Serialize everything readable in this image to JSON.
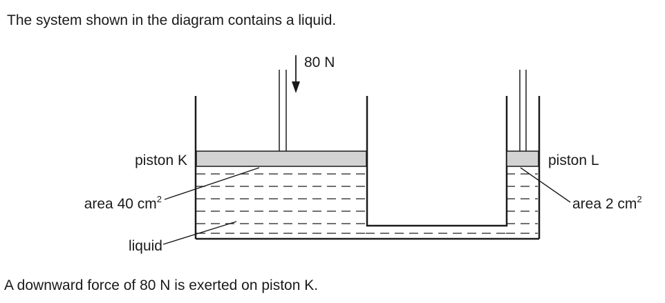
{
  "intro_text": "The system shown in the diagram contains a liquid.",
  "outro_text": "A downward force of 80 N is exerted on piston K.",
  "diagram": {
    "force_label": "80 N",
    "piston_k_label": "piston K",
    "piston_l_label": "piston L",
    "area_k_label": "area 40 cm",
    "area_k_exponent": "2",
    "area_l_label": "area 2 cm",
    "area_l_exponent": "2",
    "liquid_label": "liquid"
  },
  "colors": {
    "ink": "#1a1a1a",
    "piston_fill": "#d3d3d3"
  }
}
